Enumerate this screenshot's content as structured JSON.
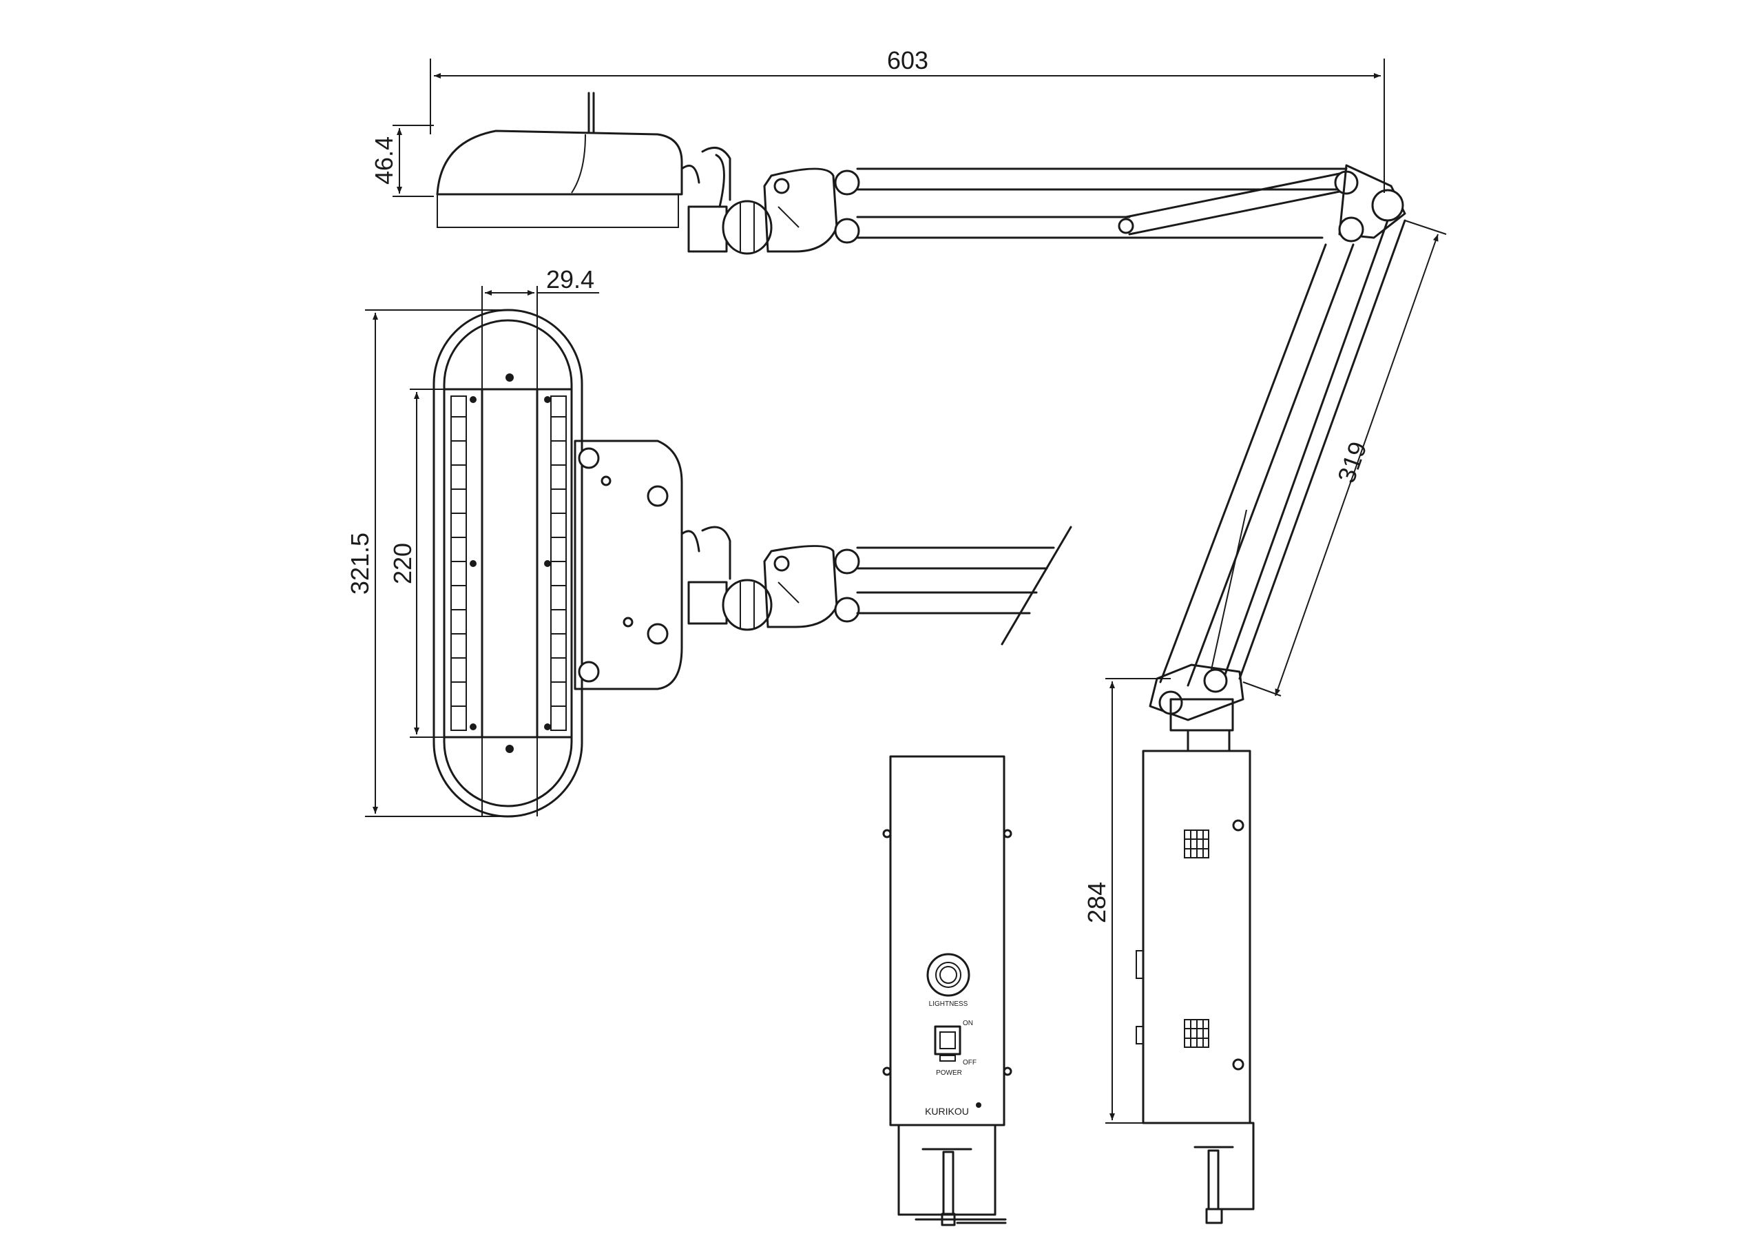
{
  "dimensions": {
    "overall_reach": "603",
    "head_height": "46.4",
    "lamp_width": "29.4",
    "head_length": "321.5",
    "lamp_length": "220",
    "lower_arm": "319",
    "base_height": "284"
  },
  "panel": {
    "dial_label": "LIGHTNESS",
    "switch_on": "ON",
    "switch_off": "OFF",
    "switch_label": "POWER",
    "brand": "KURIKOU"
  }
}
